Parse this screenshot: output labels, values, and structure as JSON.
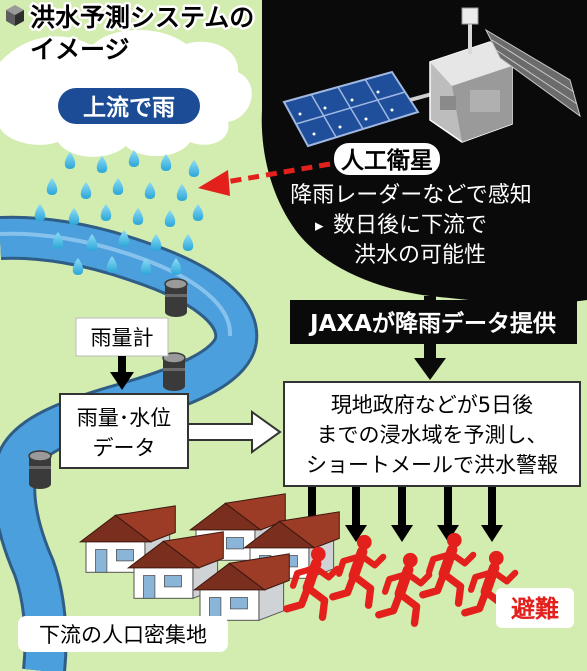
{
  "title": {
    "line1": "洪水予測システムの",
    "line2": "イメージ"
  },
  "cloud_label": "上流で雨",
  "satellite": {
    "heading": "人工衛星",
    "line1": "降雨レーダーなどで感知",
    "line2": "数日後に下流で",
    "line3": "洪水の可能性",
    "bullet": "▸"
  },
  "jaxa_banner": "JAXAが降雨データ提供",
  "rain_gauge_label": "雨量計",
  "data_box": {
    "line1": "雨量･水位",
    "line2": "データ"
  },
  "forecast_box": {
    "line1": "現地政府などが5日後",
    "line2": "までの浸水域を予測し、",
    "line3": "ショートメールで洪水警報"
  },
  "evacuation_label": "避難",
  "downstream_label": "下流の人口密集地",
  "colors": {
    "land": "#d3ecaf",
    "river": "#4b9fdc",
    "rain": "#4bc1e6",
    "dark_panel": "#0a0a0a",
    "runner": "#e3201b",
    "arrow_red": "#e3201b",
    "badge_blue": "#1b4c95"
  }
}
